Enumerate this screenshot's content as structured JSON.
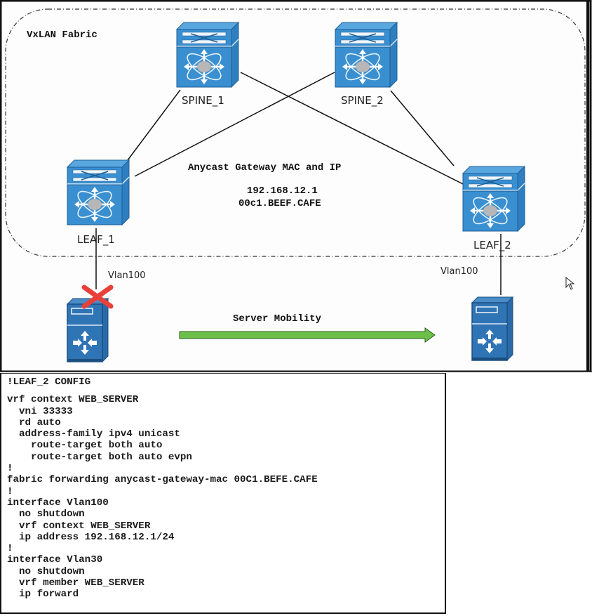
{
  "diagram": {
    "fabric_label": "VxLAN Fabric",
    "devices": {
      "spine1": "SPINE_1",
      "spine2": "SPINE_2",
      "leaf1": "LEAF_1",
      "leaf2": "LEAF_2"
    },
    "vlan_labels": {
      "leaf1": "Vlan100",
      "leaf2": "Vlan100"
    },
    "anycast": {
      "title": "Anycast Gateway MAC and IP",
      "ip": "192.168.12.1",
      "mac": "00c1.BEEF.CAFE"
    },
    "mobility_label": "Server Mobility",
    "icons": {
      "switch": "nexus-switch-icon",
      "server": "server-icon",
      "failure": "red-x-icon",
      "arrow": "green-right-arrow-icon",
      "cursor": "mouse-pointer-icon"
    },
    "colors": {
      "switch_blue": "#3a8fd0",
      "switch_dark": "#1f5e96",
      "server_blue": "#2f74b5",
      "failure_red": "#e8403a",
      "arrow_green": "#6cc04a"
    }
  },
  "config": {
    "header": "!LEAF_2 CONFIG",
    "lines": [
      "vrf context WEB_SERVER",
      "  vni 33333",
      "  rd auto",
      "  address-family ipv4 unicast",
      "    route-target both auto",
      "    route-target both auto evpn",
      "!",
      "fabric forwarding anycast-gateway-mac 00C1.BEFE.CAFE",
      "!",
      "interface Vlan100",
      "  no shutdown",
      "  vrf context WEB_SERVER",
      "  ip address 192.168.12.1/24",
      "!",
      "interface Vlan30",
      "  no shutdown",
      "  vrf member WEB_SERVER",
      "  ip forward"
    ]
  }
}
